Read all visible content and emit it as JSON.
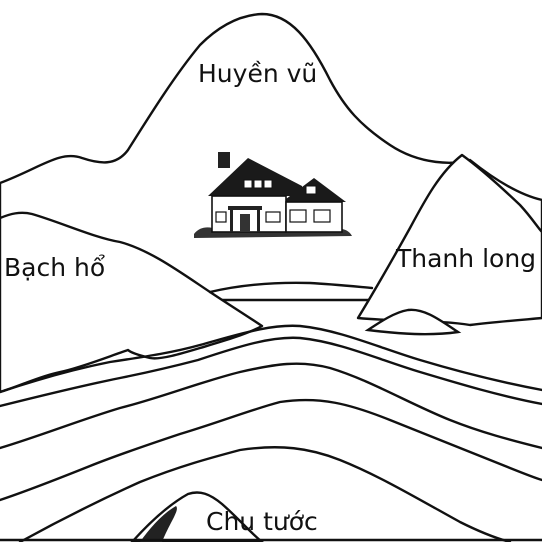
{
  "labels": {
    "north": "Huyền vũ",
    "west": "Bạch hổ",
    "east": "Thanh long",
    "south": "Chu tước"
  },
  "colors": {
    "ink": "#111111",
    "paper": "#ffffff"
  },
  "icons": {
    "center": "house-icon"
  }
}
